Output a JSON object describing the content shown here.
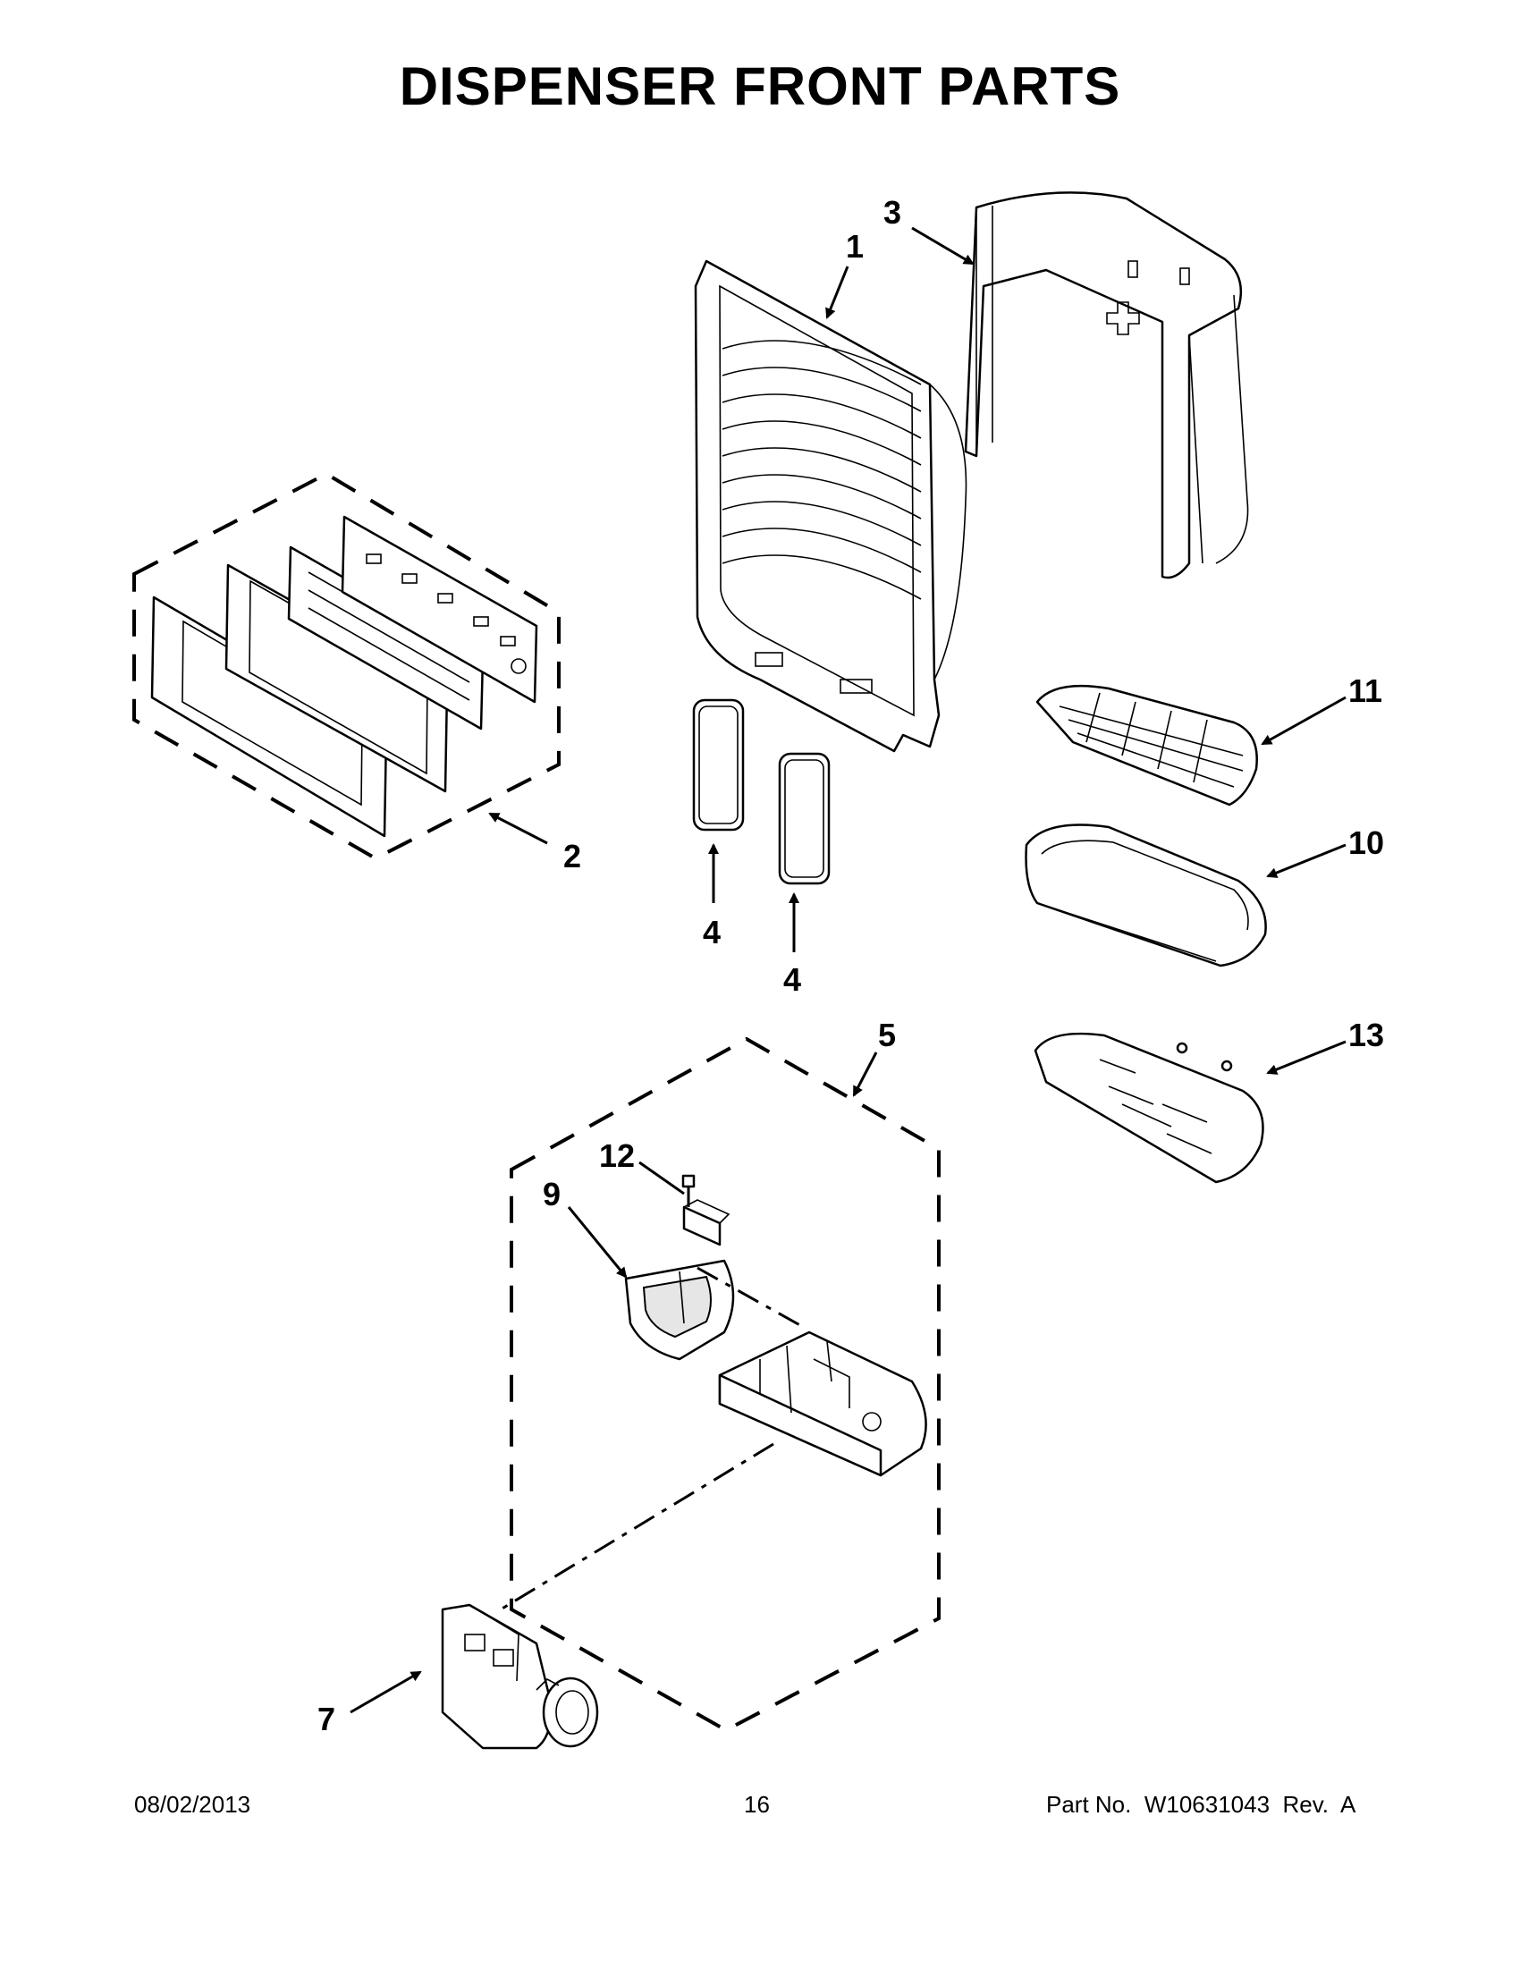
{
  "title": "DISPENSER FRONT PARTS",
  "callouts": {
    "p1": "1",
    "p2": "2",
    "p3": "3",
    "p4a": "4",
    "p4b": "4",
    "p5": "5",
    "p7": "7",
    "p9": "9",
    "p10": "10",
    "p11": "11",
    "p12": "12",
    "p13": "13"
  },
  "footer": {
    "date": "08/02/2013",
    "page": "16",
    "part_no": "Part No.  W10631043  Rev.  A"
  }
}
